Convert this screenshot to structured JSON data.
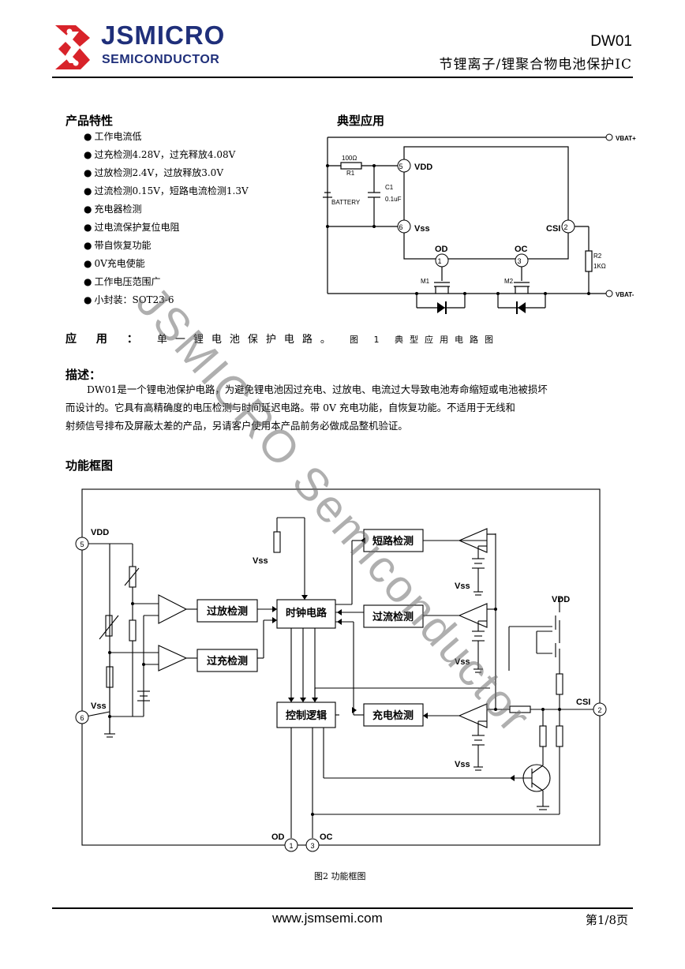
{
  "header": {
    "logo_main": "JSMICRO",
    "logo_sub": "SEMICONDUCTOR",
    "model": "DW01",
    "subtitle": "节锂离子/锂聚合物电池保护IC"
  },
  "features": {
    "heading": "产品特性",
    "items": [
      "工作电流低",
      "过充检测4.28V，过充释放4.08V",
      "过放检测2.4V，过放释放3.0V",
      "过流检测0.15V，短路电流检测1.3V",
      "充电器检测",
      "过电流保护复位电阻",
      "带自恢复功能",
      "0V充电使能",
      "工作电压范围广",
      "小封装：SOT23-6"
    ],
    "bullet": "●"
  },
  "typical_app": {
    "heading": "典型应用",
    "labels": {
      "vbat_plus": "VBAT+",
      "vbat_minus": "VBAT-",
      "r1_value": "100Ω",
      "r1": "R1",
      "c1": "C1",
      "c1_value": "0.1uF",
      "battery": "BATTERY",
      "vdd": "VDD",
      "vss": "Vss",
      "csi": "CSI",
      "od": "OD",
      "oc": "OC",
      "m1": "M1",
      "m2": "M2",
      "r2": "R2",
      "r2_value": "1KΩ",
      "pin5": "5",
      "pin6": "6",
      "pin2": "2",
      "pin1": "1",
      "pin3": "3"
    }
  },
  "application_line": {
    "label": "应 用 ：",
    "text": "单一锂电池保护电路。",
    "caption": "图 1 典型应用电路图"
  },
  "description": {
    "heading": "描述：",
    "lines": [
      "DW01是一个锂电池保护电路，为避免锂电池因过充电、过放电、电流过大导致电池寿命缩短或电池被损坏",
      "而设计的。它具有高精确度的电压检测与时间延迟电路。带 0V 充电功能，自恢复功能。不适用于无线和",
      "射频信号排布及屏蔽太差的产品，另请客户使用本产品前务必做成品整机验证。"
    ]
  },
  "block_diagram": {
    "heading": "功能框图",
    "blocks": {
      "over_discharge": "过放检测",
      "over_charge": "过充检测",
      "clock": "时钟电路",
      "short_circuit": "短路检测",
      "over_current": "过流检测",
      "control": "控制逻辑",
      "charger": "充电检测"
    },
    "labels": {
      "vdd": "VDD",
      "vss": "Vss",
      "csi": "CSI",
      "od": "OD",
      "oc": "OC",
      "pin5": "5",
      "pin6": "6",
      "pin2": "2",
      "pin1": "1",
      "pin3": "3"
    },
    "caption": "图2  功能框图"
  },
  "watermark": "JSMICRO Semiconductor",
  "footer": {
    "url": "www.jsmsemi.com",
    "page": "第1/8页"
  },
  "colors": {
    "logo_red": "#d8232a",
    "logo_blue": "#1f2f7a"
  }
}
